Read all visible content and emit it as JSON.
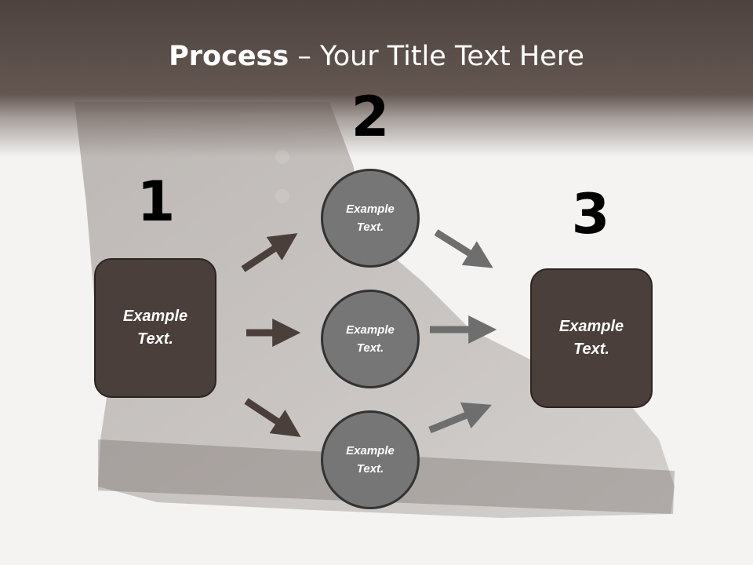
{
  "title": {
    "bold": "Process",
    "rest": " – Your Title Text Here"
  },
  "steps": [
    {
      "number": "1",
      "text_line1": "Example",
      "text_line2": "Text."
    },
    {
      "number": "2",
      "items": [
        {
          "line1": "Example",
          "line2": "Text."
        },
        {
          "line1": "Example",
          "line2": "Text."
        },
        {
          "line1": "Example",
          "line2": "Text."
        }
      ]
    },
    {
      "number": "3",
      "text_line1": "Example",
      "text_line2": "Text."
    }
  ],
  "colors": {
    "header": "#645752",
    "box": "#4a3f3b",
    "circle": "#777676",
    "arrow_dark": "#4a3f3b",
    "arrow_light": "#6e6e6e"
  }
}
